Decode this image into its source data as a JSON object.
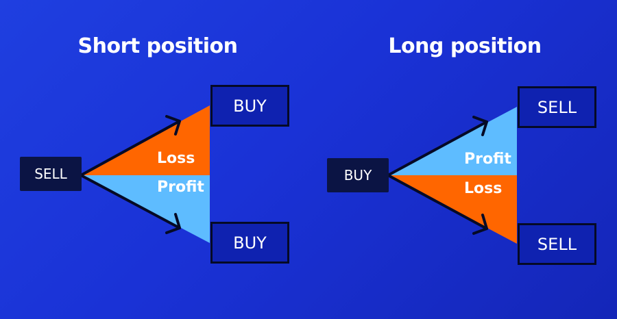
{
  "short_position": {
    "title": "Short position",
    "origin_label": "SELL",
    "upper_target_label": "BUY",
    "lower_target_label": "BUY",
    "upper_zone_label": "Loss",
    "lower_zone_label": "Profit"
  },
  "long_position": {
    "title": "Long position",
    "origin_label": "BUY",
    "upper_target_label": "SELL",
    "lower_target_label": "SELL",
    "upper_zone_label": "Profit",
    "lower_zone_label": "Loss"
  },
  "colors": {
    "background": "#1f3fe0",
    "loss": "#ff6600",
    "profit": "#5ebcff",
    "origin_box": "#0b1444",
    "target_box": "#0f22b0",
    "outline": "#050a26"
  }
}
